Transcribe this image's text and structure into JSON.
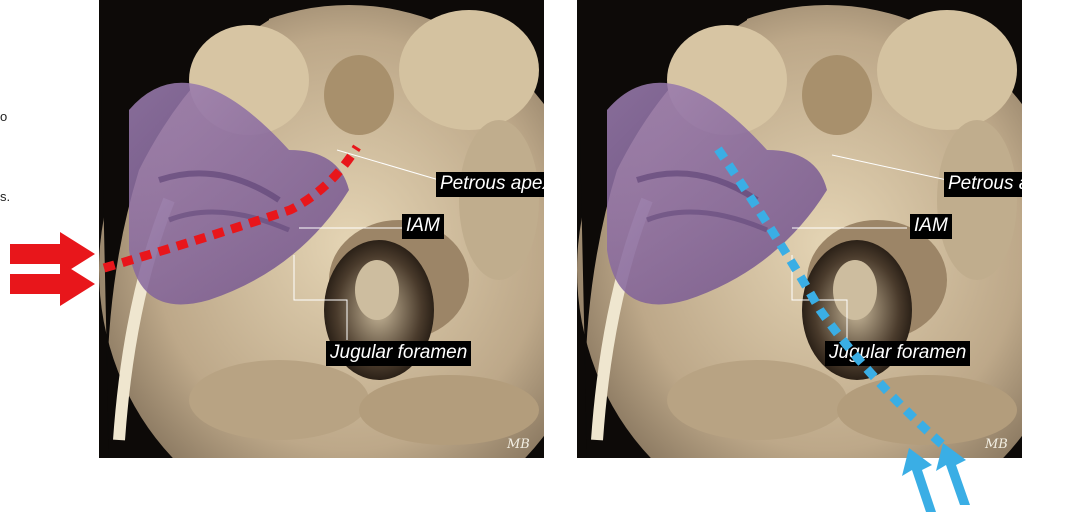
{
  "edge_text": [
    "o",
    "s."
  ],
  "panels": [
    {
      "labels": {
        "petrous_apex": "Petrous apex",
        "iam": "IAM",
        "jugular_foramen": "Jugular foramen"
      },
      "signature": "MB",
      "approach_color": "#e8161b"
    },
    {
      "labels": {
        "petrous_apex": "Petrous apex",
        "iam": "IAM",
        "jugular_foramen": "Jugular foramen"
      },
      "signature": "MB",
      "approach_color": "#3aaee5"
    }
  ],
  "icons": [
    "approach-arrow-icon"
  ]
}
